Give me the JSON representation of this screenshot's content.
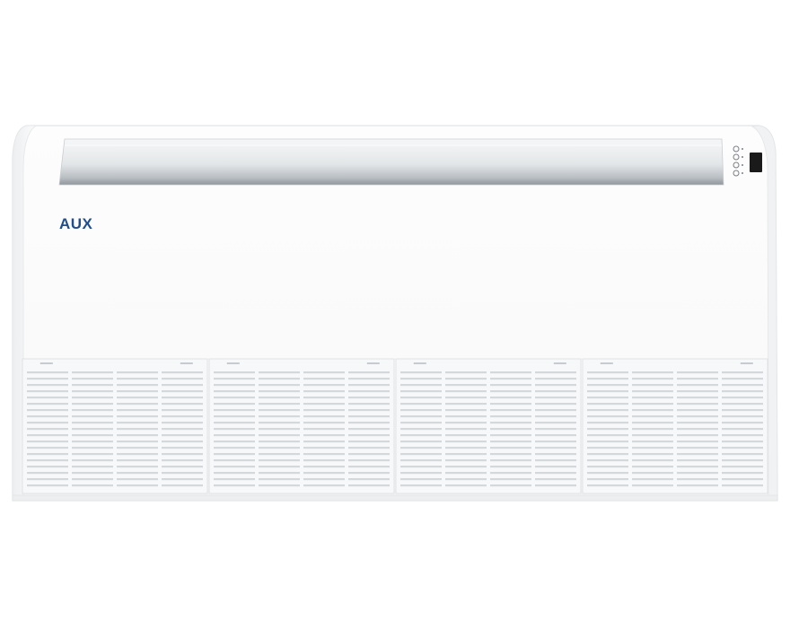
{
  "product": {
    "brand": "AUX",
    "brand_color": "#1f4e8c",
    "type": "ceiling-floor air conditioner indoor unit"
  },
  "colors": {
    "body": "#fbfbfb",
    "edge": "#e2e4e6",
    "vent_slot": "#d5d8db",
    "outlet_top": "#eef0f2",
    "outlet_bottom": "#8e959c",
    "display": "#1a1a1a"
  },
  "grille": {
    "panel_count": 4
  },
  "indicators": {
    "icons": [
      "power-indicator-icon",
      "mode-indicator-icon",
      "timer-indicator-icon",
      "run-indicator-icon"
    ]
  }
}
